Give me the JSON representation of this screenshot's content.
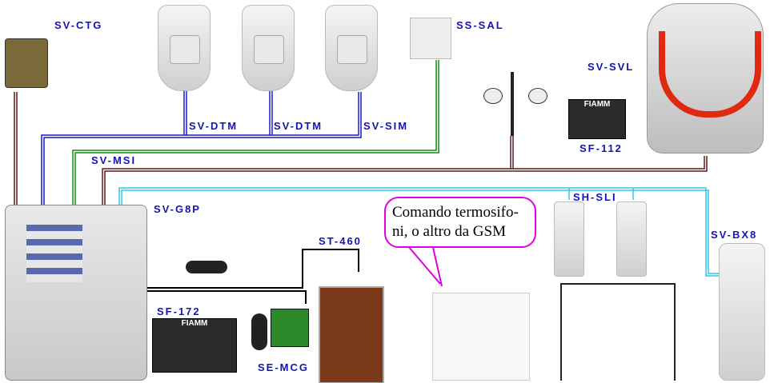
{
  "labels": {
    "ctg": "SV-CTG",
    "dtm1": "SV-DTM",
    "dtm2": "SV-DTM",
    "sim": "SV-SIM",
    "sal": "SS-SAL",
    "svl": "SV-SVL",
    "sf112": "SF-112",
    "msi": "SV-MSI",
    "g8p": "SV-G8P",
    "st460": "ST-460",
    "sf172": "SF-172",
    "mcg": "SE-MCG",
    "sli": "SH-SLI",
    "bx8": "SV-BX8"
  },
  "callout": "Comando termosifo-ni, o altro da GSM",
  "battery_brand": "FIAMM",
  "colors": {
    "label": "#1414b4",
    "wire_blue": "#1a1acc",
    "wire_green": "#128a12",
    "wire_brown": "#5a1a1a",
    "wire_cyan": "#2ec8e8",
    "callout_border": "#e000e0"
  }
}
